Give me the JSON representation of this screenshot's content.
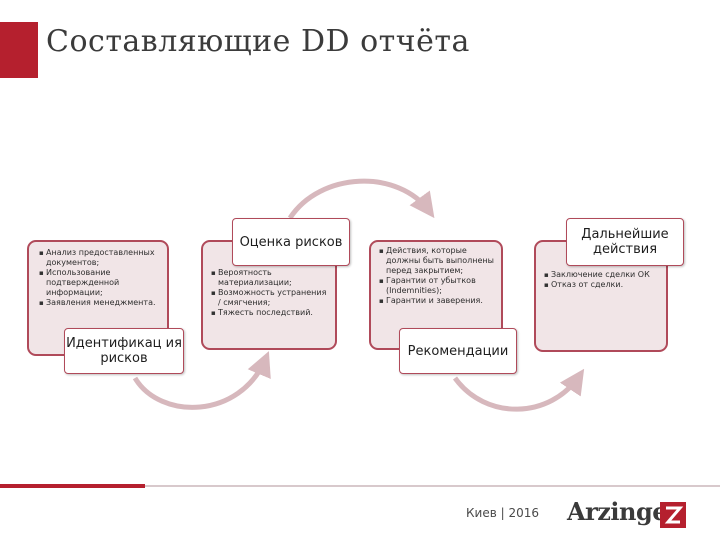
{
  "slide": {
    "title": "Составляющие DD отчёта",
    "steps": [
      {
        "label": "Идентификац ия рисков",
        "bullets": [
          "Анализ предоставленных документов;",
          "Использование подтвержденной информации;",
          "Заявления менеджмента."
        ]
      },
      {
        "label": "Оценка рисков",
        "bullets": [
          "Вероятность материализации;",
          "Возможность устранения / смягчения;",
          "Тяжесть последствий."
        ]
      },
      {
        "label": "Рекомендации",
        "bullets": [
          "Действия, которые должны быть выполнены перед закрытием;",
          "Гарантии от убытков (Indemnities);",
          "Гарантии и заверения."
        ]
      },
      {
        "label": "Дальнейшие действия",
        "bullets": [
          "Заключение сделки ОК",
          "Отказ от сделки."
        ]
      }
    ]
  },
  "footer": {
    "city_year": "Киев | 2016",
    "brand": "Arzinger"
  },
  "colors": {
    "accent": "#b5202e",
    "card_fill": "#f1e5e7",
    "card_border": "#b04a5a",
    "arrow": "#d7b8bd"
  }
}
